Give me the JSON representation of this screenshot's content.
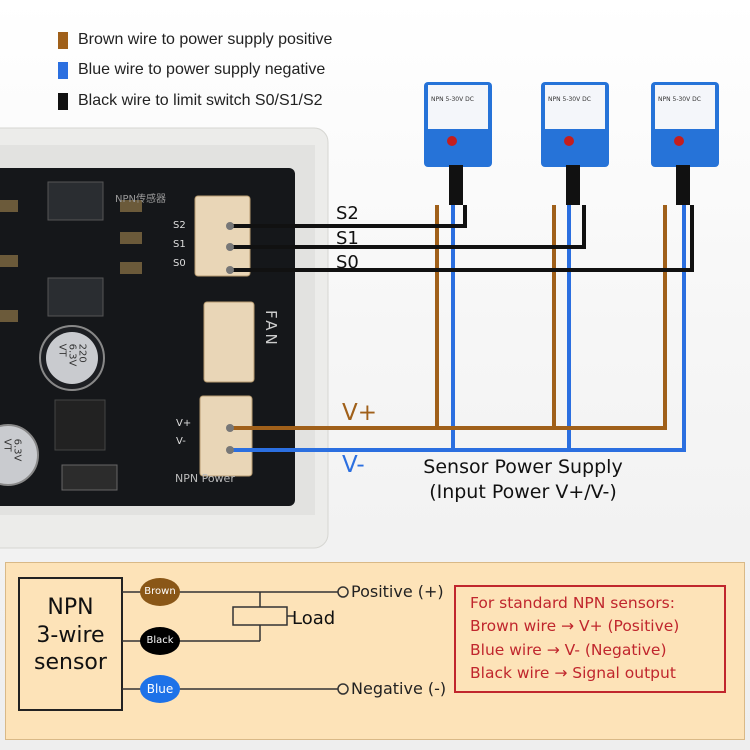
{
  "legend": [
    {
      "text": "Brown wire to power supply positive",
      "color": "#a0601a"
    },
    {
      "text": "Blue wire to power supply negative",
      "color": "#2b6fe0"
    },
    {
      "text": "Black wire to limit switch S0/S1/S2",
      "color": "#111111"
    }
  ],
  "board": {
    "npn_label": "NPN传感器",
    "pins": [
      "S2",
      "S1",
      "S0"
    ],
    "fan_label": "FAN",
    "power_pins": [
      "V+",
      "V-"
    ],
    "power_label": "NPN Power",
    "cap1": "220\n6.3V\nVT",
    "cap2": "6.3V\nVT"
  },
  "wire_labels": {
    "s2": "S2",
    "s1": "S1",
    "s0": "S0",
    "vplus": "V+",
    "vminus": "V-"
  },
  "supply": {
    "line1": "Sensor Power Supply",
    "line2": "(Input Power V+/V-)"
  },
  "sensor_label_text": "NPN 5-30V DC",
  "schematic": {
    "sensor_line1": "NPN",
    "sensor_line2": "3-wire",
    "sensor_line3": "sensor",
    "brown": "Brown",
    "black": "Black",
    "blue": "Blue",
    "load": "Load",
    "positive": "Positive (+)",
    "negative": "Negative (-)"
  },
  "note": {
    "title": "For standard NPN sensors:",
    "l1": "Brown wire → V+ (Positive)",
    "l2": "Blue wire → V- (Negative)",
    "l3": "Black wire → Signal output"
  },
  "colors": {
    "brown": "#a0601a",
    "blue": "#2b6fe0",
    "black": "#111111",
    "note_red": "#c0262d"
  }
}
